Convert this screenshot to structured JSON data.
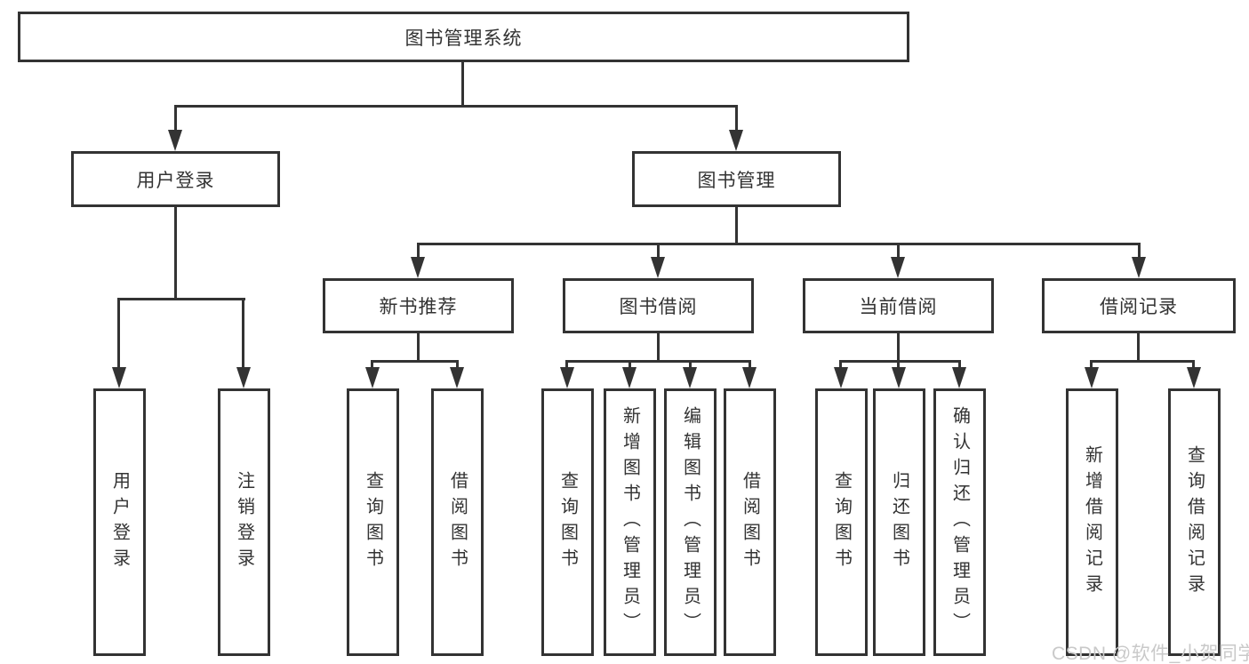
{
  "diagram": {
    "root": "图书管理系统",
    "level2": {
      "user_login": "用户登录",
      "book_management": "图书管理"
    },
    "level3": {
      "new_book_recommend": "新书推荐",
      "book_borrow": "图书借阅",
      "current_borrow": "当前借阅",
      "borrow_records": "借阅记录"
    },
    "leaves": {
      "user_login_children": [
        "用户登录",
        "注销登录"
      ],
      "new_book_recommend_children": [
        "查询图书",
        "借阅图书"
      ],
      "book_borrow_children": [
        "查询图书",
        "新增图书（管理员）",
        "编辑图书（管理员）",
        "借阅图书"
      ],
      "current_borrow_children": [
        "查询图书",
        "归还图书",
        "确认归还（管理员）"
      ],
      "borrow_records_children": [
        "新增借阅记录",
        "查询借阅记录"
      ]
    }
  },
  "watermark": "CSDN @软件_小贺同学",
  "colors": {
    "line": "#333333",
    "text": "#333333",
    "watermark": "#c9c9c9"
  }
}
